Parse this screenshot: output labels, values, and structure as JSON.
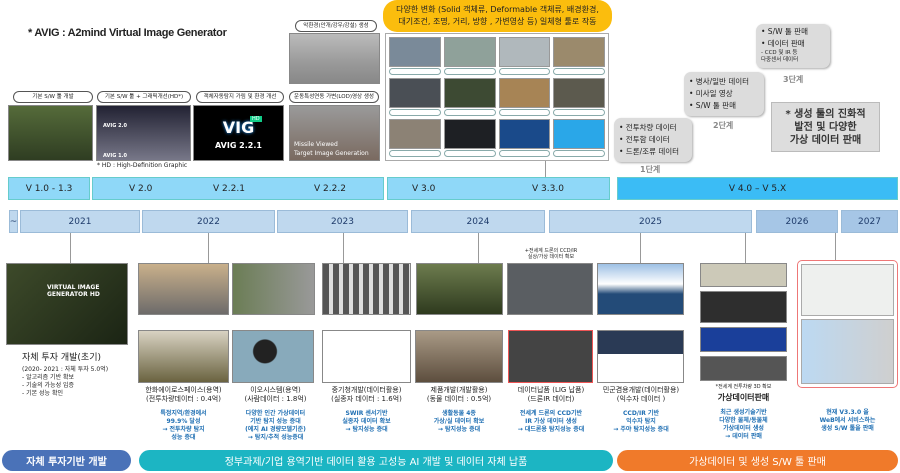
{
  "title": "* AVIG : A2mind Virtual Image Generator",
  "top_captions": [
    "기본 S/W 툴 개발",
    "기본 S/W 툴 + 그래픽개선(HD*)",
    "객체자동탐지 가림 및 환경 개선",
    "운동특성연동 가변(LOD)영상 생성",
    "악환경(안개/강우/강설) 생성"
  ],
  "hd_note": "* HD : High-Definition Graphic",
  "image_labels": {
    "avig20": "AVIG 2.0",
    "avig10": "AVIG 1.0",
    "logo": "VIG",
    "logo_badge": "HD",
    "version": "AVIG 2.2.1",
    "missile_1": "Missile Viewed",
    "missile_2": "Target Image Generation",
    "vig_hd_1": "VIRTUAL IMAGE",
    "vig_hd_2": "GENERATOR HD"
  },
  "orange_banner": {
    "line1": "다양한 변화 (Solid 객체류, Deformable 객체류, 배경환경,",
    "line2": "대기조건, 조명, 거리, 방향 , 가변영상 등) 일체형 툴로 작동"
  },
  "stages": [
    {
      "label": "1단계",
      "items": [
        "전투차량 데이터",
        "전투함 데이터",
        "드론/조류 데이터"
      ]
    },
    {
      "label": "2단계",
      "items": [
        "병사/일반 데이터",
        "미사일 영상",
        "S/W 툴 판매"
      ]
    },
    {
      "label": "3단계",
      "items": [
        "S/W 툴 판매",
        "데이터 판매"
      ],
      "sub": [
        "- CCD 및 IR 등",
        "다중센서 데이터"
      ]
    }
  ],
  "evolution_note": [
    "* 생성 툴의 진화적",
    "발전 및 다양한",
    "가상 데이터 판매"
  ],
  "versions": [
    "V 1.0 - 1.3",
    "V 2.0",
    "V 2.2.1",
    "V 2.2.2",
    "V 3.0",
    "V 3.3.0",
    "V 4.0 – V 5.X"
  ],
  "years": [
    "~",
    "2021",
    "2022",
    "2023",
    "2024",
    "2025",
    "2026",
    "2027"
  ],
  "self_dev": {
    "title": "자체 투자 개발(초기)",
    "lines": [
      "(2020- 2021 : 자체 투자 5.0억)",
      "- 알고리즘 기반 확보",
      "- 기술의 가능성 입증",
      "- 기본 성능 확인"
    ]
  },
  "projects": [
    {
      "name": "한화에이로스페이스(용역)",
      "sub": "(전투차량데이터 : 0.4억)",
      "result": [
        "특정지역/환경에서",
        "99.9% 달성",
        "→ 전투차량 탐지",
        "성능 증대"
      ]
    },
    {
      "name": "이오시스템(용역)",
      "sub": "(사람데이터 : 1.8억)",
      "result": [
        "다양한 인간 가상데이터",
        "기반 탐지 성능 증대",
        "(에지 AI 경량모델기준)",
        "→ 탐지/추적 성능증대"
      ]
    },
    {
      "name": "중기청개발(데이터활용)",
      "sub": "(실종자 데이터 : 1.6억)",
      "result": [
        "SWIR 센서기반",
        "실종자 데이터 확보",
        "→ 탐지성능 증대"
      ]
    },
    {
      "name": "제품개발(개발활용)",
      "sub": "(동물 데이터 : 0.5억)",
      "result": [
        "생활동물 4종",
        "가상/실 데이터 확보",
        "→ 탐지성능 증대"
      ]
    },
    {
      "name": "데이터납품 (LIG 납품)",
      "sub": "(드론IR 데이터)",
      "result": [
        "전세계 드론의 CCD기반",
        "IR 가상 데이터 생성",
        "→ 대드론용 탐지성능 증대"
      ]
    },
    {
      "name": "민군겸용개발(데이터활용)",
      "sub": "(익수자 데이터 )",
      "result": [
        "CCD/IR 기반",
        "익수자 탐지",
        "→ 주야 탐지성능 증대"
      ]
    }
  ],
  "drone_note": [
    "+전세계 드론의 CCD/IR",
    "실상/가상 데이터 확보"
  ],
  "sale": {
    "note": "*전세계 전투차량 3D 확보",
    "title": "가상데이터판매",
    "result": [
      "최근 생성기술기반",
      "다양한 물체/동물체",
      "가상데이터 생성",
      "→ 데이터 판매"
    ]
  },
  "web": {
    "result": [
      "현재 V3.3.0 을",
      "WeB에서 서비스하는",
      "생성 S/W 툴을 판매"
    ]
  },
  "phases": [
    "자체 투자기반 개발",
    "정부과제/기업 용역기반 데이터 활용 고성능 AI 개발  및  데이터 자체  납품",
    "가상데이터 및 생성 S/W 툴  판매"
  ],
  "colors": {
    "phase1": "#4a72b8",
    "phase2": "#1cb5c3",
    "phase3": "#f07a2a",
    "version_light": "#8fd8f8",
    "version_bright": "#3bbcf5",
    "banner": "#fbbd0d"
  }
}
